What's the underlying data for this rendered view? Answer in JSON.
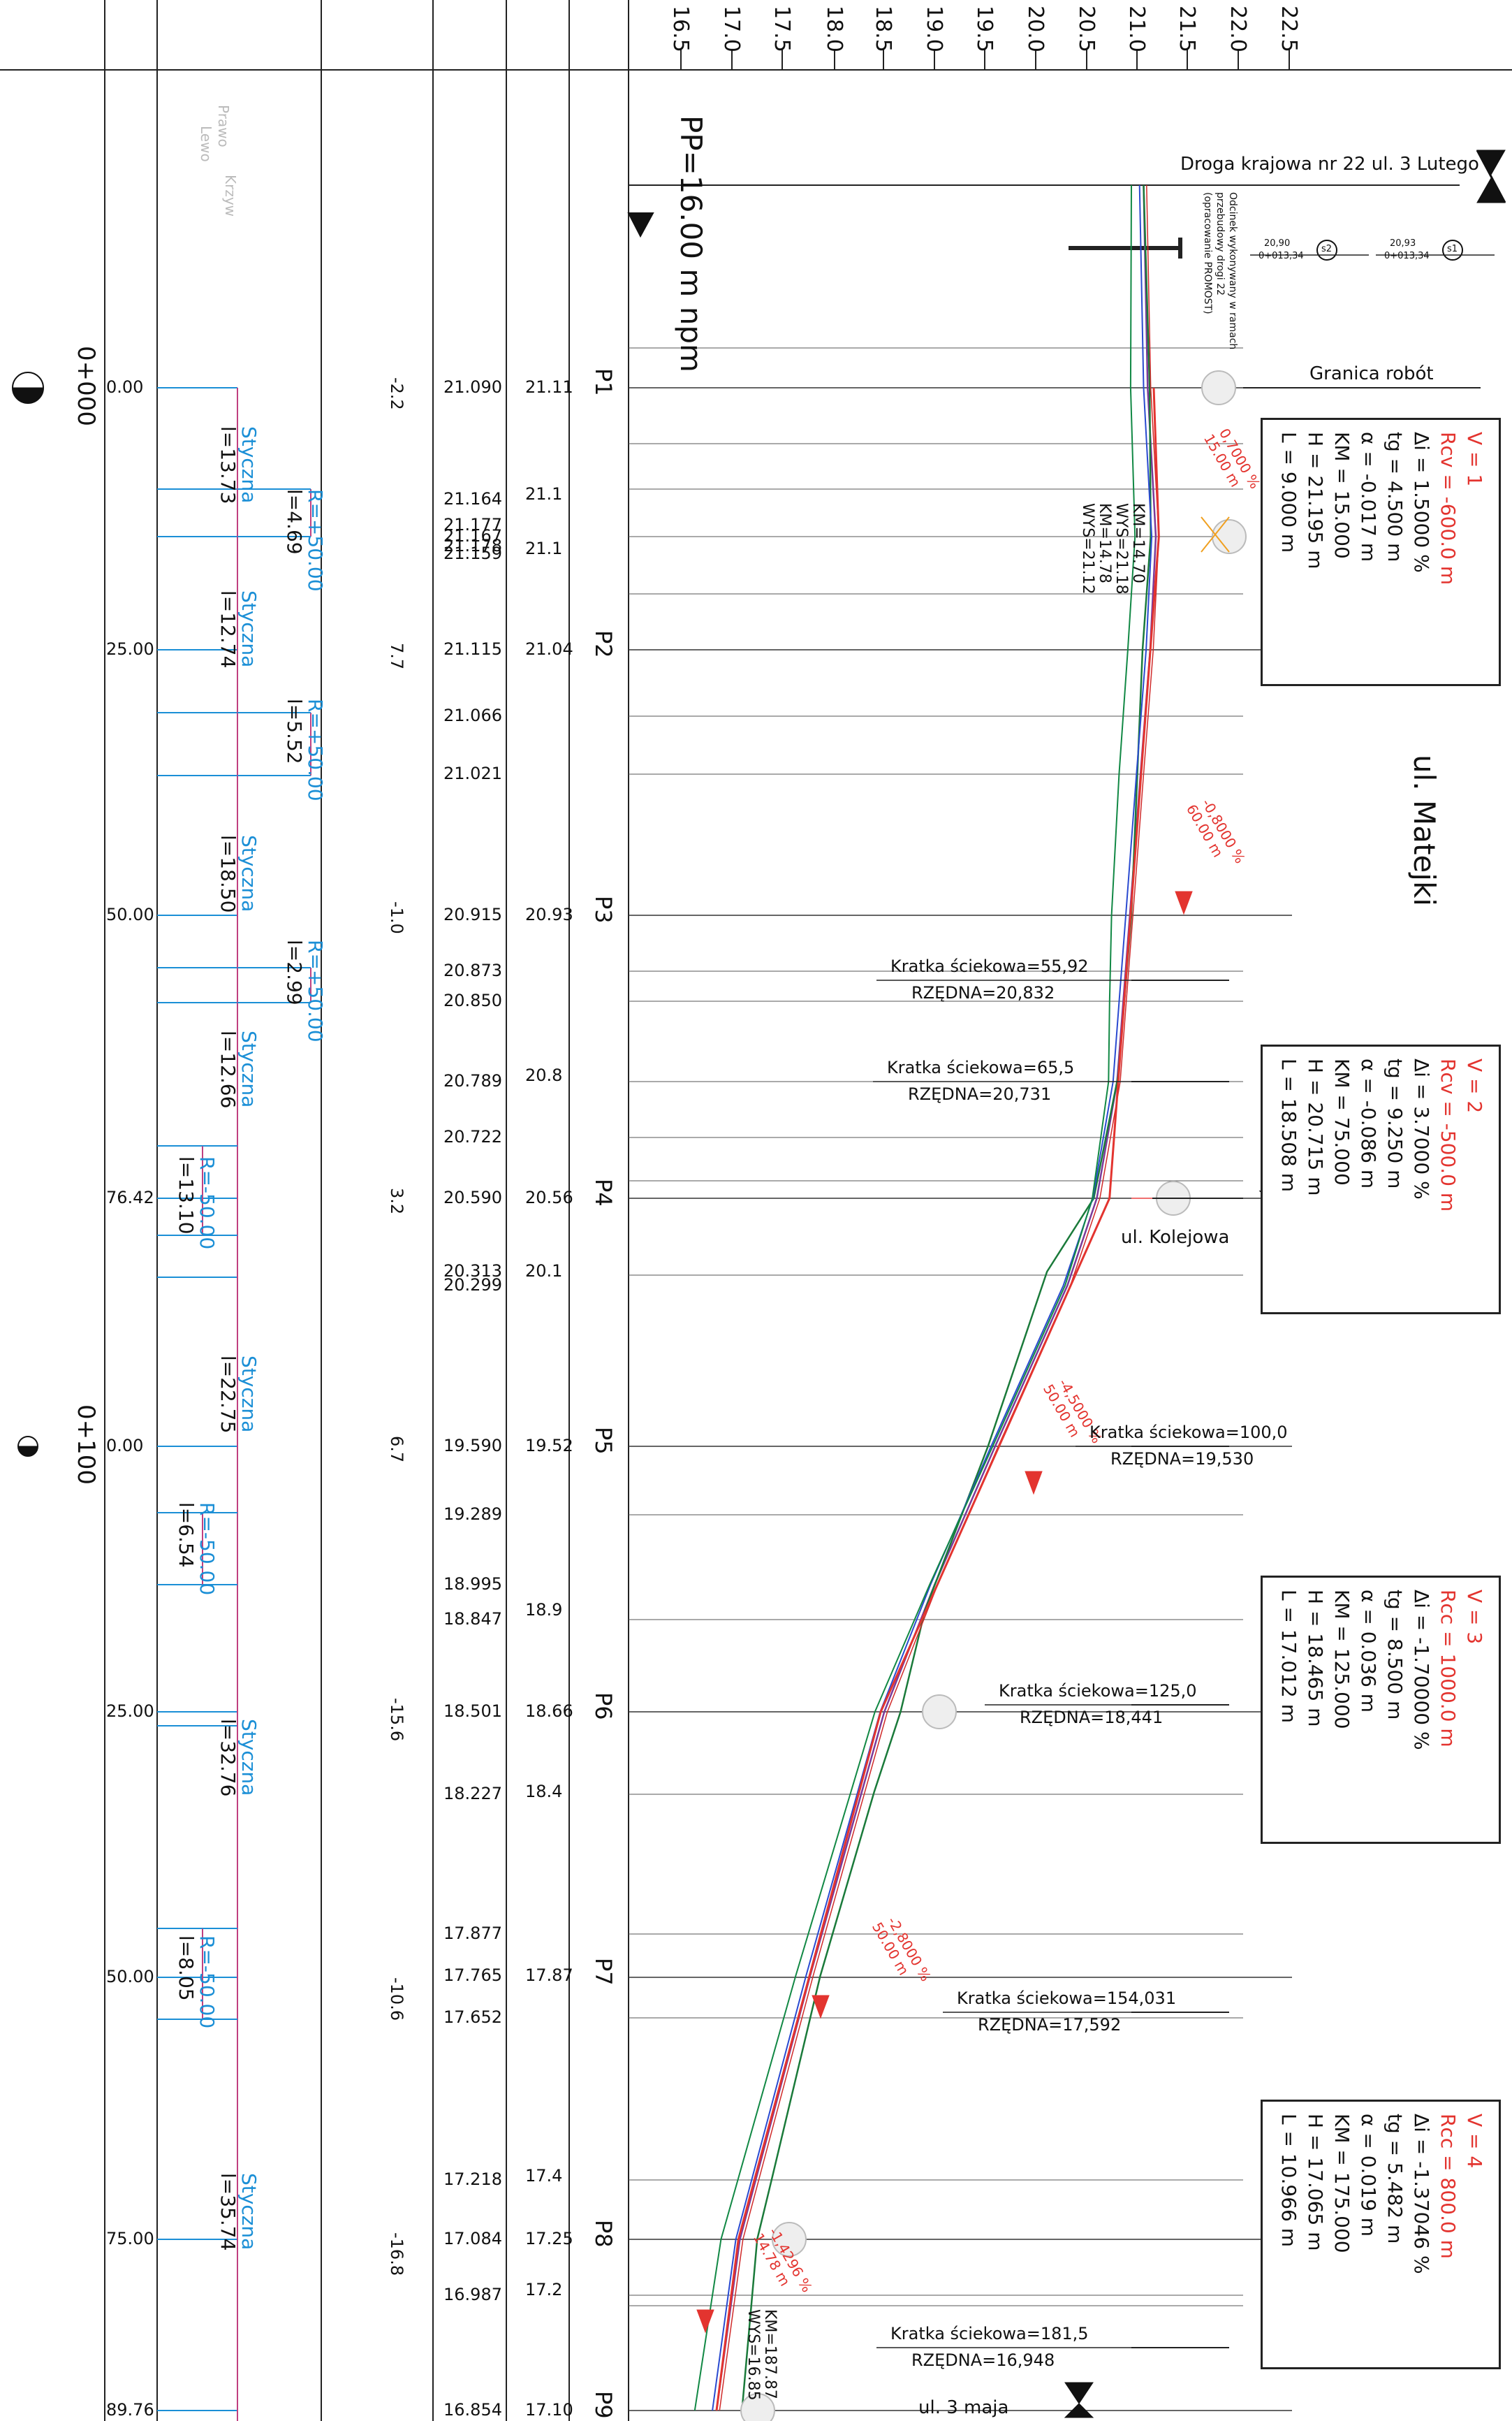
{
  "elevation_scale": [
    "16.5",
    "17.0",
    "17.5",
    "18.0",
    "18.5",
    "19.0",
    "19.5",
    "20.0",
    "20.5",
    "21.0",
    "21.5",
    "22.0",
    "22.5"
  ],
  "datum_label": "PP=16.00 m npm",
  "legend_faded": {
    "a": "Prawo",
    "b": "Lewo",
    "c": "Krzyw"
  },
  "km_markers": [
    {
      "label": "0+000"
    },
    {
      "label": "0+100"
    }
  ],
  "station_labels": [
    "0.00",
    "25.00",
    "50.00",
    "76.42",
    "0.00",
    "25.00",
    "50.00",
    "75.00",
    "89.76"
  ],
  "alignment_labels": [
    {
      "name": "Styczna",
      "len": "l=13.73"
    },
    {
      "name": "R=+50.00",
      "len": "l=4.69"
    },
    {
      "name": "Styczna",
      "len": "l=12.74"
    },
    {
      "name": "R=+50.00",
      "len": "l=5.52"
    },
    {
      "name": "Styczna",
      "len": "l=18.50"
    },
    {
      "name": "R=+50.00",
      "len": "l=2.99"
    },
    {
      "name": "Styczna",
      "len": "l=12.66"
    },
    {
      "name": "R=-50.00",
      "len": "l=13.10"
    },
    {
      "name": "Styczna",
      "len": "l=22.75"
    },
    {
      "name": "R=-50.00",
      "len": "l=6.54"
    },
    {
      "name": "Styczna",
      "len": "l=32.76"
    },
    {
      "name": "R=-50.00",
      "len": "l=8.05"
    },
    {
      "name": "Styczna",
      "len": "l=35.74"
    }
  ],
  "slope_values": [
    "-2.2",
    "7.7",
    "-1.0",
    "3.2",
    "6.7",
    "-15.6",
    "-10.6",
    "-16.8"
  ],
  "design_elev": [
    "21.090",
    "21.164",
    "21.177",
    "21.178",
    "21.167",
    "21.159",
    "21.115",
    "21.066",
    "21.021",
    "20.915",
    "20.873",
    "20.850",
    "20.789",
    "20.722",
    "20.590",
    "20.313",
    "20.299",
    "19.590",
    "19.289",
    "18.995",
    "18.847",
    "18.501",
    "18.227",
    "17.877",
    "17.765",
    "17.652",
    "17.218",
    "17.084",
    "16.987",
    "16.854"
  ],
  "terrain_elev": [
    "21.11",
    "21.1",
    "21.1",
    "21.04",
    "20.93",
    "20.8",
    "20.56",
    "20.1",
    "19.52",
    "18.9",
    "18.66",
    "18.4",
    "17.87",
    "17.4",
    "17.25",
    "17.2",
    "17.10"
  ],
  "profiles": [
    "P1",
    "P2",
    "P3",
    "P4",
    "P5",
    "P6",
    "P7",
    "P8",
    "P9"
  ],
  "road_labels": {
    "droga": "Droga krajowa nr 22 ul. 3 Lutego",
    "granica": "Granica robót",
    "matejki": "ul. Matejki",
    "kolejowa": "ul. Kolejowa",
    "maja": "ul. 3 maja"
  },
  "small_note": [
    "Odcinek wykonywany w ramach",
    "przebudowy drogi 22",
    "(opracowanie PROMOST)"
  ],
  "small_tags": [
    {
      "val": "20,90",
      "km": "0+013,34",
      "id": "s2"
    },
    {
      "val": "20,93",
      "km": "0+013,34",
      "id": "s1"
    }
  ],
  "km_notes": [
    [
      "KM=14.70",
      "WYS=21.18"
    ],
    [
      "KM=14.78",
      "WYS=21.12"
    ]
  ],
  "km_note_end": [
    "KM=187.87",
    "WYS=16.85"
  ],
  "grades": [
    {
      "pct": "0,7000 %",
      "len": "15.00 m"
    },
    {
      "pct": "-0,8000 %",
      "len": "60.00 m"
    },
    {
      "pct": "-4,5000 %",
      "len": "50.00 m"
    },
    {
      "pct": "-2,8000 %",
      "len": "50.00 m"
    },
    {
      "pct": "-1,4296 %",
      "len": "14.78 m"
    }
  ],
  "gratings": [
    {
      "title": "Kratka ściekowa=55,92",
      "rzedna": "RZĘDNA=20,832"
    },
    {
      "title": "Kratka ściekowa=65,5",
      "rzedna": "RZĘDNA=20,731"
    },
    {
      "title": "Kratka ściekowa=100,0",
      "rzedna": "RZĘDNA=19,530"
    },
    {
      "title": "Kratka ściekowa=125,0",
      "rzedna": "RZĘDNA=18,441"
    },
    {
      "title": "Kratka ściekowa=154,031",
      "rzedna": "RZĘDNA=17,592"
    },
    {
      "title": "Kratka ściekowa=181,5",
      "rzedna": "RZĘDNA=16,948"
    }
  ],
  "curve_boxes": [
    {
      "v": "V  =  1",
      "r": "Rcv  =  -600.0 m",
      "di": "Δi  =  1.5000 %",
      "tg": "tg  =  4.500 m",
      "a": "α   =  -0.017 m",
      "km": "KM  =  15.000",
      "h": "H   =  21.195 m",
      "l": "L   =  9.000 m"
    },
    {
      "v": "V  =  2",
      "r": "Rcv  =  -500.0 m",
      "di": "Δi  =  3.7000 %",
      "tg": "tg  =  9.250 m",
      "a": "α   =  -0.086 m",
      "km": "KM  =  75.000",
      "h": "H   =  20.715 m",
      "l": "L   =  18.508 m"
    },
    {
      "v": "V  =  3",
      "r": "Rcc  =  1000.0 m",
      "di": "Δi  =  -1.70000 %",
      "tg": "tg  =  8.500 m",
      "a": "α   =  0.036 m",
      "km": "KM  =  125.000",
      "h": "H   =  18.465 m",
      "l": "L   =  17.012 m"
    },
    {
      "v": "V  =  4",
      "r": "Rcc  =  800.0 m",
      "di": "Δi  =  -1.37046 %",
      "tg": "tg  =  5.482 m",
      "a": "α   =  0.019 m",
      "km": "KM  =  175.000",
      "h": "H   =  17.065 m",
      "l": "L   =  10.966 m"
    }
  ]
}
